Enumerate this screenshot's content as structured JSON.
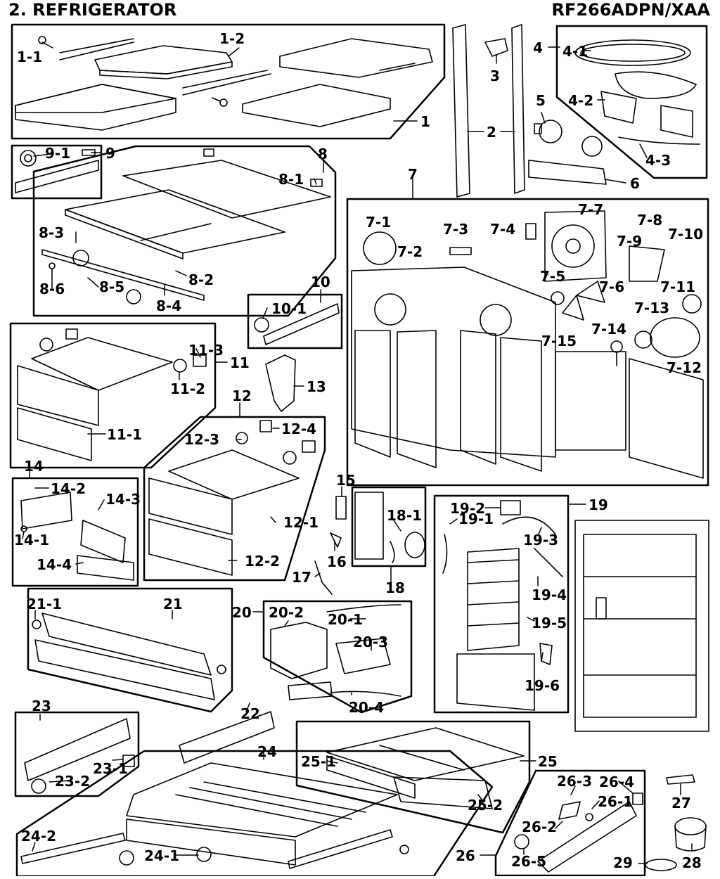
{
  "header": {
    "section_title": "2. REFRIGERATOR",
    "model": "RF266ADPN/XAA"
  },
  "callouts": [
    {
      "id": "1",
      "label": "1"
    },
    {
      "id": "1-1",
      "label": "1-1"
    },
    {
      "id": "1-2",
      "label": "1-2"
    },
    {
      "id": "2",
      "label": "2"
    },
    {
      "id": "3",
      "label": "3"
    },
    {
      "id": "4",
      "label": "4"
    },
    {
      "id": "4-1",
      "label": "4-1"
    },
    {
      "id": "4-2",
      "label": "4-2"
    },
    {
      "id": "4-3",
      "label": "4-3"
    },
    {
      "id": "5",
      "label": "5"
    },
    {
      "id": "6",
      "label": "6"
    },
    {
      "id": "7",
      "label": "7"
    },
    {
      "id": "7-1",
      "label": "7-1"
    },
    {
      "id": "7-2",
      "label": "7-2"
    },
    {
      "id": "7-3",
      "label": "7-3"
    },
    {
      "id": "7-4",
      "label": "7-4"
    },
    {
      "id": "7-5",
      "label": "7-5"
    },
    {
      "id": "7-6",
      "label": "7-6"
    },
    {
      "id": "7-7",
      "label": "7-7"
    },
    {
      "id": "7-8",
      "label": "7-8"
    },
    {
      "id": "7-9",
      "label": "7-9"
    },
    {
      "id": "7-10",
      "label": "7-10"
    },
    {
      "id": "7-11",
      "label": "7-11"
    },
    {
      "id": "7-12",
      "label": "7-12"
    },
    {
      "id": "7-13",
      "label": "7-13"
    },
    {
      "id": "7-14",
      "label": "7-14"
    },
    {
      "id": "7-15",
      "label": "7-15"
    },
    {
      "id": "8",
      "label": "8"
    },
    {
      "id": "8-1",
      "label": "8-1"
    },
    {
      "id": "8-2",
      "label": "8-2"
    },
    {
      "id": "8-3",
      "label": "8-3"
    },
    {
      "id": "8-4",
      "label": "8-4"
    },
    {
      "id": "8-5",
      "label": "8-5"
    },
    {
      "id": "8-6",
      "label": "8-6"
    },
    {
      "id": "9",
      "label": "9"
    },
    {
      "id": "9-1",
      "label": "9-1"
    },
    {
      "id": "10",
      "label": "10"
    },
    {
      "id": "10-1",
      "label": "10-1"
    },
    {
      "id": "11",
      "label": "11"
    },
    {
      "id": "11-1",
      "label": "11-1"
    },
    {
      "id": "11-2",
      "label": "11-2"
    },
    {
      "id": "11-3",
      "label": "11-3"
    },
    {
      "id": "12",
      "label": "12"
    },
    {
      "id": "12-1",
      "label": "12-1"
    },
    {
      "id": "12-2",
      "label": "12-2"
    },
    {
      "id": "12-3",
      "label": "12-3"
    },
    {
      "id": "12-4",
      "label": "12-4"
    },
    {
      "id": "13",
      "label": "13"
    },
    {
      "id": "14",
      "label": "14"
    },
    {
      "id": "14-1",
      "label": "14-1"
    },
    {
      "id": "14-2",
      "label": "14-2"
    },
    {
      "id": "14-3",
      "label": "14-3"
    },
    {
      "id": "14-4",
      "label": "14-4"
    },
    {
      "id": "15",
      "label": "15"
    },
    {
      "id": "16",
      "label": "16"
    },
    {
      "id": "17",
      "label": "17"
    },
    {
      "id": "18",
      "label": "18"
    },
    {
      "id": "18-1",
      "label": "18-1"
    },
    {
      "id": "19",
      "label": "19"
    },
    {
      "id": "19-1",
      "label": "19-1"
    },
    {
      "id": "19-2",
      "label": "19-2"
    },
    {
      "id": "19-3",
      "label": "19-3"
    },
    {
      "id": "19-4",
      "label": "19-4"
    },
    {
      "id": "19-5",
      "label": "19-5"
    },
    {
      "id": "19-6",
      "label": "19-6"
    },
    {
      "id": "20",
      "label": "20"
    },
    {
      "id": "20-1",
      "label": "20-1"
    },
    {
      "id": "20-2",
      "label": "20-2"
    },
    {
      "id": "20-3",
      "label": "20-3"
    },
    {
      "id": "20-4",
      "label": "20-4"
    },
    {
      "id": "21",
      "label": "21"
    },
    {
      "id": "21-1",
      "label": "21-1"
    },
    {
      "id": "22",
      "label": "22"
    },
    {
      "id": "23",
      "label": "23"
    },
    {
      "id": "23-1",
      "label": "23-1"
    },
    {
      "id": "23-2",
      "label": "23-2"
    },
    {
      "id": "24",
      "label": "24"
    },
    {
      "id": "24-1",
      "label": "24-1"
    },
    {
      "id": "24-2",
      "label": "24-2"
    },
    {
      "id": "25",
      "label": "25"
    },
    {
      "id": "25-1",
      "label": "25-1"
    },
    {
      "id": "25-2",
      "label": "25-2"
    },
    {
      "id": "26",
      "label": "26"
    },
    {
      "id": "26-1",
      "label": "26-1"
    },
    {
      "id": "26-2",
      "label": "26-2"
    },
    {
      "id": "26-3",
      "label": "26-3"
    },
    {
      "id": "26-4",
      "label": "26-4"
    },
    {
      "id": "26-5",
      "label": "26-5"
    },
    {
      "id": "27",
      "label": "27"
    },
    {
      "id": "28",
      "label": "28"
    },
    {
      "id": "29",
      "label": "29"
    }
  ]
}
